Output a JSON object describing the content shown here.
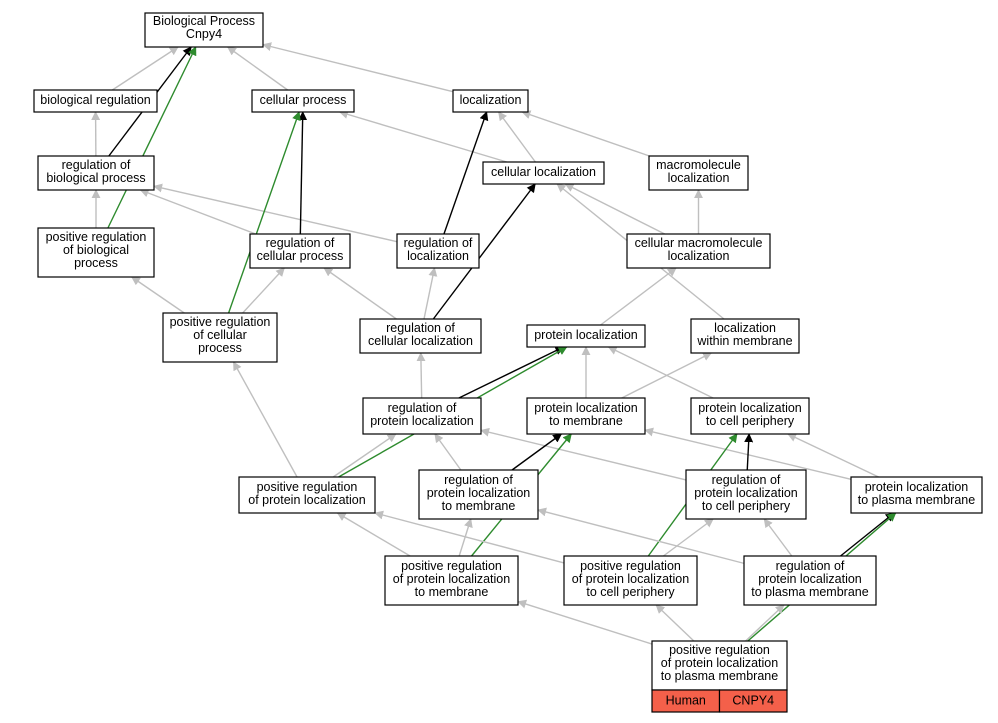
{
  "colors": {
    "gray": "#bfbfbf",
    "black": "#000000",
    "green": "#2e8b2e",
    "badge_fill": "#f4604a"
  },
  "nodes": [
    {
      "id": "bp",
      "lines": [
        "Biological Process",
        "Cnpy4"
      ]
    },
    {
      "id": "breg",
      "lines": [
        "biological regulation"
      ]
    },
    {
      "id": "cp",
      "lines": [
        "cellular process"
      ]
    },
    {
      "id": "loc",
      "lines": [
        "localization"
      ]
    },
    {
      "id": "rbp",
      "lines": [
        "regulation of",
        "biological process"
      ]
    },
    {
      "id": "cl",
      "lines": [
        "cellular localization"
      ]
    },
    {
      "id": "ml",
      "lines": [
        "macromolecule",
        "localization"
      ]
    },
    {
      "id": "prbp",
      "lines": [
        "positive regulation",
        "of biological",
        "process"
      ]
    },
    {
      "id": "rcp",
      "lines": [
        "regulation of",
        "cellular process"
      ]
    },
    {
      "id": "rl",
      "lines": [
        "regulation of",
        "localization"
      ]
    },
    {
      "id": "cml",
      "lines": [
        "cellular macromolecule",
        "localization"
      ]
    },
    {
      "id": "prcp",
      "lines": [
        "positive regulation",
        "of cellular",
        "process"
      ]
    },
    {
      "id": "rcl",
      "lines": [
        "regulation of",
        "cellular localization"
      ]
    },
    {
      "id": "pl",
      "lines": [
        "protein localization"
      ]
    },
    {
      "id": "lwm",
      "lines": [
        "localization",
        "within membrane"
      ]
    },
    {
      "id": "rpl",
      "lines": [
        "regulation of",
        "protein localization"
      ]
    },
    {
      "id": "pltm",
      "lines": [
        "protein localization",
        "to membrane"
      ]
    },
    {
      "id": "pltcp",
      "lines": [
        "protein localization",
        "to cell periphery"
      ]
    },
    {
      "id": "prpl",
      "lines": [
        "positive regulation",
        "of protein localization"
      ]
    },
    {
      "id": "rpltm",
      "lines": [
        "regulation of",
        "protein localization",
        "to membrane"
      ]
    },
    {
      "id": "rpltcp",
      "lines": [
        "regulation of",
        "protein localization",
        "to cell periphery"
      ]
    },
    {
      "id": "pltpm",
      "lines": [
        "protein localization",
        "to plasma membrane"
      ]
    },
    {
      "id": "prpltm",
      "lines": [
        "positive regulation",
        "of protein localization",
        "to membrane"
      ]
    },
    {
      "id": "prpltcp",
      "lines": [
        "positive regulation",
        "of protein localization",
        "to cell periphery"
      ]
    },
    {
      "id": "rpltpm",
      "lines": [
        "regulation of",
        "protein localization",
        "to plasma membrane"
      ]
    },
    {
      "id": "prpltpm",
      "lines": [
        "positive regulation",
        "of protein localization",
        "to plasma membrane"
      ]
    }
  ],
  "badges": [
    "Human",
    "CNPY4"
  ],
  "edges": [
    {
      "from": "breg",
      "to": "bp",
      "color": "gray"
    },
    {
      "from": "cp",
      "to": "bp",
      "color": "gray"
    },
    {
      "from": "loc",
      "to": "bp",
      "color": "gray"
    },
    {
      "from": "rbp",
      "to": "bp",
      "color": "black"
    },
    {
      "from": "prbp",
      "to": "bp",
      "color": "green"
    },
    {
      "from": "rbp",
      "to": "breg",
      "color": "gray"
    },
    {
      "from": "prbp",
      "to": "rbp",
      "color": "gray"
    },
    {
      "from": "rcp",
      "to": "rbp",
      "color": "gray"
    },
    {
      "from": "rl",
      "to": "rbp",
      "color": "gray"
    },
    {
      "from": "cl",
      "to": "cp",
      "color": "gray"
    },
    {
      "from": "rcp",
      "to": "cp",
      "color": "black"
    },
    {
      "from": "prcp",
      "to": "cp",
      "color": "green"
    },
    {
      "from": "cl",
      "to": "loc",
      "color": "gray"
    },
    {
      "from": "ml",
      "to": "loc",
      "color": "gray"
    },
    {
      "from": "rl",
      "to": "loc",
      "color": "black"
    },
    {
      "from": "cml",
      "to": "cl",
      "color": "gray"
    },
    {
      "from": "rcl",
      "to": "cl",
      "color": "black"
    },
    {
      "from": "lwm",
      "to": "cl",
      "color": "gray"
    },
    {
      "from": "cml",
      "to": "ml",
      "color": "gray"
    },
    {
      "from": "prcp",
      "to": "prbp",
      "color": "gray"
    },
    {
      "from": "prcp",
      "to": "rcp",
      "color": "gray"
    },
    {
      "from": "rcl",
      "to": "rcp",
      "color": "gray"
    },
    {
      "from": "rcl",
      "to": "rl",
      "color": "gray"
    },
    {
      "from": "pl",
      "to": "cml",
      "color": "gray"
    },
    {
      "from": "prpl",
      "to": "prcp",
      "color": "gray"
    },
    {
      "from": "rpl",
      "to": "rcl",
      "color": "gray"
    },
    {
      "from": "rpl",
      "to": "pl",
      "color": "black"
    },
    {
      "from": "pltm",
      "to": "pl",
      "color": "gray"
    },
    {
      "from": "pltcp",
      "to": "pl",
      "color": "gray"
    },
    {
      "from": "prpl",
      "to": "pl",
      "color": "green"
    },
    {
      "from": "pltm",
      "to": "lwm",
      "color": "gray"
    },
    {
      "from": "prpl",
      "to": "rpl",
      "color": "gray"
    },
    {
      "from": "rpltm",
      "to": "rpl",
      "color": "gray"
    },
    {
      "from": "rpltcp",
      "to": "rpl",
      "color": "gray"
    },
    {
      "from": "rpltm",
      "to": "pltm",
      "color": "black"
    },
    {
      "from": "prpltm",
      "to": "pltm",
      "color": "green"
    },
    {
      "from": "pltpm",
      "to": "pltm",
      "color": "gray"
    },
    {
      "from": "rpltcp",
      "to": "pltcp",
      "color": "black"
    },
    {
      "from": "pltpm",
      "to": "pltcp",
      "color": "gray"
    },
    {
      "from": "prpltcp",
      "to": "pltcp",
      "color": "green"
    },
    {
      "from": "prpltm",
      "to": "prpl",
      "color": "gray"
    },
    {
      "from": "prpltcp",
      "to": "prpl",
      "color": "gray"
    },
    {
      "from": "prpltm",
      "to": "rpltm",
      "color": "gray"
    },
    {
      "from": "rpltpm",
      "to": "rpltm",
      "color": "gray"
    },
    {
      "from": "prpltcp",
      "to": "rpltcp",
      "color": "gray"
    },
    {
      "from": "rpltpm",
      "to": "rpltcp",
      "color": "gray"
    },
    {
      "from": "rpltpm",
      "to": "pltpm",
      "color": "black"
    },
    {
      "from": "prpltpm",
      "to": "pltpm",
      "color": "green"
    },
    {
      "from": "prpltpm",
      "to": "prpltm",
      "color": "gray"
    },
    {
      "from": "prpltpm",
      "to": "prpltcp",
      "color": "gray"
    },
    {
      "from": "prpltpm",
      "to": "rpltpm",
      "color": "gray"
    }
  ]
}
